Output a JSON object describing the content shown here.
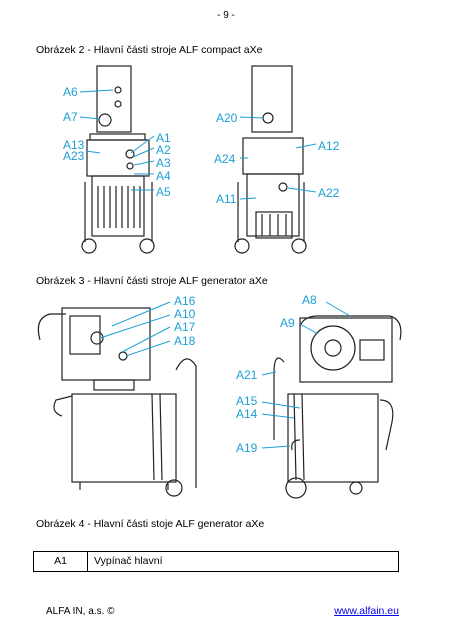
{
  "page_number": "- 9 -",
  "captions": {
    "fig2": "Obrázek 2 - Hlavní části stroje ALF compact aXe",
    "fig3": "Obrázek 3 - Hlavní části stroje ALF generator aXe",
    "fig4": "Obrázek 4 - Hlavní části stoje ALF generator aXe"
  },
  "figure_labels": {
    "A1": "A1",
    "A2": "A2",
    "A3": "A3",
    "A4": "A4",
    "A5": "A5",
    "A6": "A6",
    "A7": "A7",
    "A8": "A8",
    "A9": "A9",
    "A10": "A10",
    "A11": "A11",
    "A12": "A12",
    "A13": "A13",
    "A14": "A14",
    "A15": "A15",
    "A16": "A16",
    "A17": "A17",
    "A18": "A18",
    "A19": "A19",
    "A20": "A20",
    "A21": "A21",
    "A22": "A22",
    "A23": "A23",
    "A24": "A24"
  },
  "parts_table": [
    {
      "code": "A1",
      "description": "Vypínač hlavní"
    }
  ],
  "footer": {
    "company": "ALFA IN, a.s. ©",
    "website": "www.alfain.eu"
  },
  "colors": {
    "label_blue": "#1b9fd6"
  }
}
